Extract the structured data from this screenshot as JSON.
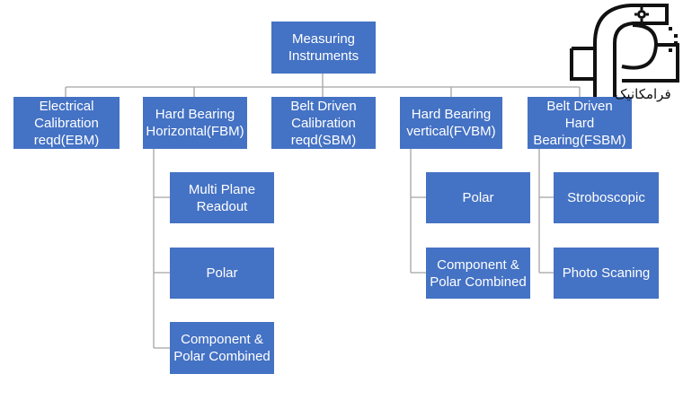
{
  "root": {
    "label": "Measuring\nInstruments"
  },
  "categories": [
    {
      "label": "Electrical\nCalibration\nreqd(EBM)",
      "children": []
    },
    {
      "label": "Hard Bearing\nHorizontal(FBM)",
      "children": [
        {
          "label": "Multi Plane\nReadout"
        },
        {
          "label": "Polar"
        },
        {
          "label": "Component &\nPolar Combined"
        }
      ]
    },
    {
      "label": "Belt Driven\nCalibration\nreqd(SBM)",
      "children": []
    },
    {
      "label": "Hard Bearing\nvertical(FVBM)",
      "children": [
        {
          "label": "Polar"
        },
        {
          "label": "Component &\nPolar Combined"
        }
      ]
    },
    {
      "label": "Belt Driven Hard\nBearing(FSBM)",
      "children": [
        {
          "label": "Stroboscopic"
        },
        {
          "label": "Photo Scaning"
        }
      ]
    }
  ],
  "logo": {
    "text": "فرامکانیک"
  },
  "colors": {
    "box_fill": "#4472c4",
    "box_text": "#ffffff",
    "connector": "#a5a5a5"
  }
}
